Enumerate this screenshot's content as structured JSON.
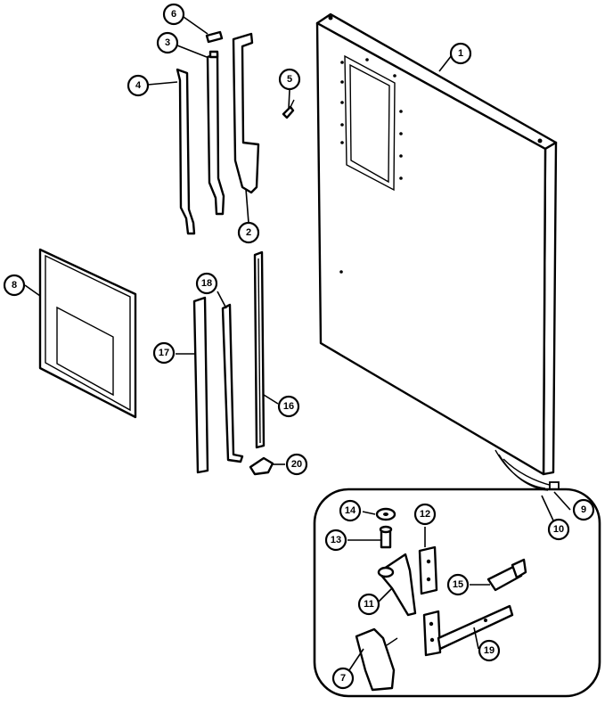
{
  "callouts": {
    "c1": "1",
    "c2": "2",
    "c3": "3",
    "c4": "4",
    "c5": "5",
    "c6": "6",
    "c7": "7",
    "c8": "8",
    "c9": "9",
    "c10": "10",
    "c11": "11",
    "c12": "12",
    "c13": "13",
    "c14": "14",
    "c15": "15",
    "c16": "16",
    "c17": "17",
    "c18": "18",
    "c19": "19",
    "c20": "20"
  },
  "colors": {
    "ink": "#000000",
    "paper": "#ffffff"
  }
}
